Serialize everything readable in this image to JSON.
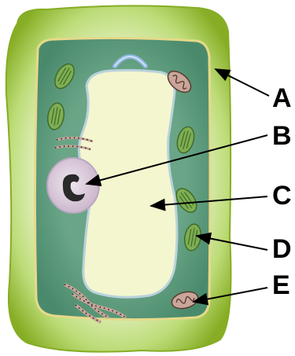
{
  "labels": {
    "a": "A",
    "b": "B",
    "c": "C",
    "d": "D",
    "e": "E"
  },
  "colors": {
    "cell_wall": "#8fb729",
    "cell_wall_light": "#d8ebb4",
    "membrane": "#e6d98a",
    "cytoplasm": "#5e9a7d",
    "vacuole": "#f4f6cf",
    "tonoplast": "#b9d2dc",
    "nucleus": "#d8c8dc",
    "nucleolus": "#2a2a2a",
    "chloroplast": "#7fae52",
    "mitochondrion": "#c9a59a",
    "arrow": "#000000"
  }
}
